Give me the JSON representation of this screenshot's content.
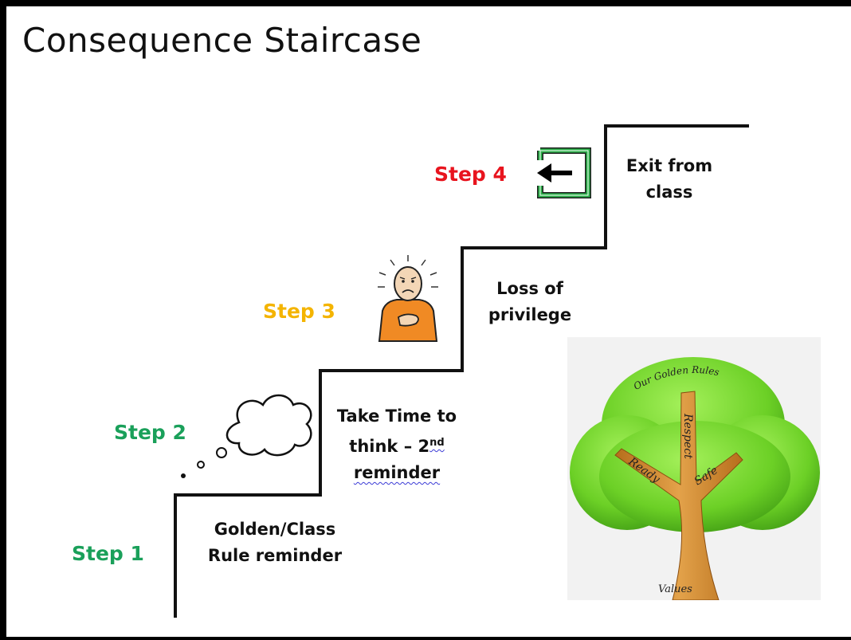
{
  "title": "Consequence Staircase",
  "steps": [
    {
      "label": "Step 1",
      "color": "#1aa05a",
      "description_lines": [
        "Golden/Class",
        "Rule reminder"
      ]
    },
    {
      "label": "Step 2",
      "color": "#1aa05a",
      "description_line1": "Take Time to",
      "description_line2_pre": "think – 2",
      "description_line2_sup": "nd",
      "description_line3": "reminder"
    },
    {
      "label": "Step 3",
      "color": "#f4b400",
      "description_lines": [
        "Loss of",
        "privilege"
      ]
    },
    {
      "label": "Step 4",
      "color": "#e8141e",
      "description_lines": [
        "Exit from",
        "class"
      ]
    }
  ],
  "icons": {
    "step2": "thought-bubble-icon",
    "step3": "sad-person-icon",
    "step4": "exit-door-icon"
  },
  "tree": {
    "canopy_text": "Our Golden Rules",
    "branches": [
      "Respect",
      "Ready",
      "Safe"
    ],
    "trunk_text": "Values"
  }
}
